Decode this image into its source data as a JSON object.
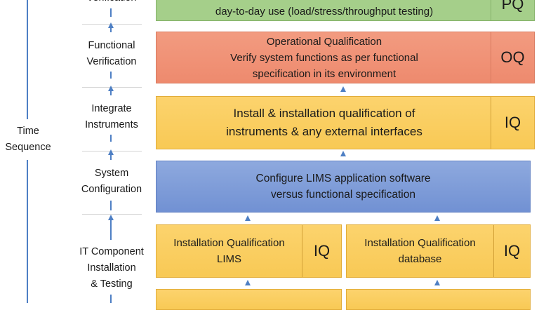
{
  "time_axis": {
    "label_line1": "Time",
    "label_line2": "Sequence"
  },
  "stages": [
    {
      "id": "verification",
      "lines": [
        "Verification"
      ]
    },
    {
      "id": "functional",
      "lines": [
        "Functional",
        "Verification"
      ]
    },
    {
      "id": "integrate",
      "lines": [
        "Integrate",
        "Instruments"
      ]
    },
    {
      "id": "system",
      "lines": [
        "System",
        "Configuration"
      ]
    },
    {
      "id": "it",
      "lines": [
        "IT Component",
        "Installation",
        "& Testing"
      ]
    }
  ],
  "boxes": {
    "pq": {
      "line1": "day-to-day use (load/stress/throughput testing)",
      "tag": "PQ"
    },
    "oq": {
      "line1": "Operational Qualification",
      "line2": "Verify system functions as per functional",
      "line3": "specification in its environment",
      "tag": "OQ"
    },
    "iq_instruments": {
      "line1": "Install & installation qualification of",
      "line2": "instruments & any external interfaces",
      "tag": "IQ"
    },
    "config": {
      "line1": "Configure LIMS application software",
      "line2": "versus functional specification"
    },
    "iq_lims": {
      "line1": "Installation Qualification",
      "line2": "LIMS",
      "tag": "IQ"
    },
    "iq_db": {
      "line1": "Installation Qualification",
      "line2": "database",
      "tag": "IQ"
    }
  }
}
